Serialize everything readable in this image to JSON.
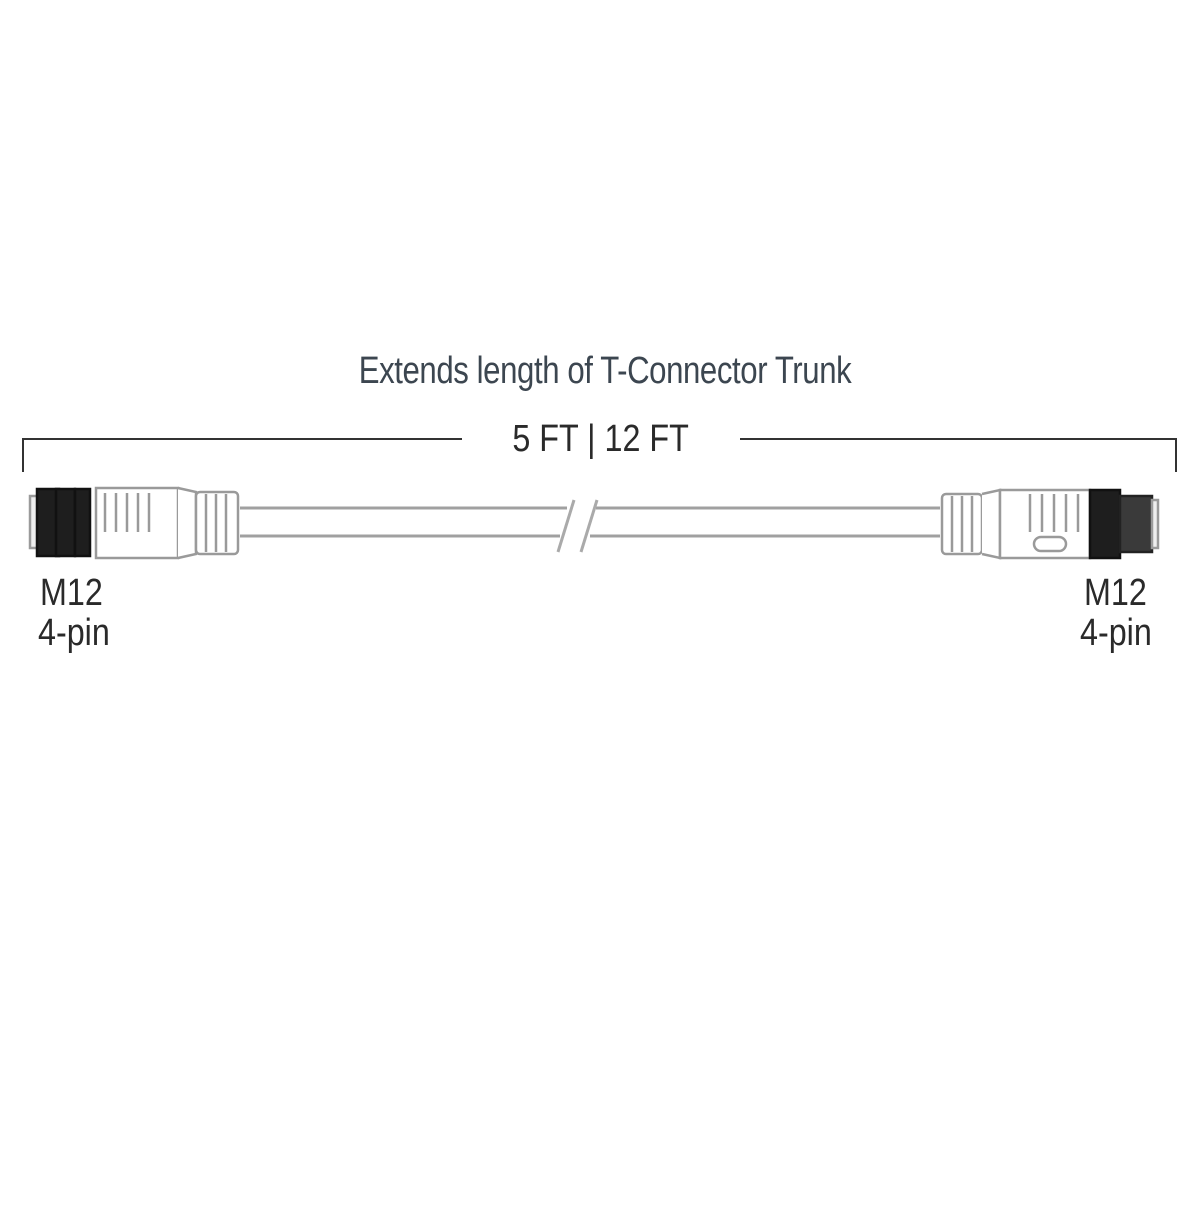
{
  "diagram": {
    "title": "Extends length of T-Connector Trunk",
    "dimension_label": "5 FT | 12 FT",
    "left_connector": {
      "type": "female",
      "label_line1": "M12",
      "label_line2": "4-pin"
    },
    "right_connector": {
      "type": "male",
      "label_line1": "M12",
      "label_line2": "4-pin"
    },
    "cable": {
      "break_symbol": "//"
    },
    "colors": {
      "text": "#2a2a2a",
      "title": "#3c4650",
      "outline": "#9a9a9a",
      "knurl": "#1e1e1e"
    }
  }
}
